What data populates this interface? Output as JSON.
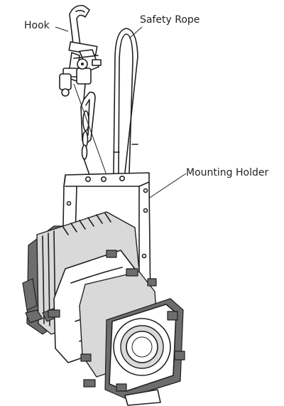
{
  "labels": {
    "hook": "Hook",
    "safety_rope": "Safety Rope",
    "mounting_holder": "Mounting Holder"
  },
  "colors": {
    "ink": "#231f20",
    "background": "#ffffff"
  }
}
